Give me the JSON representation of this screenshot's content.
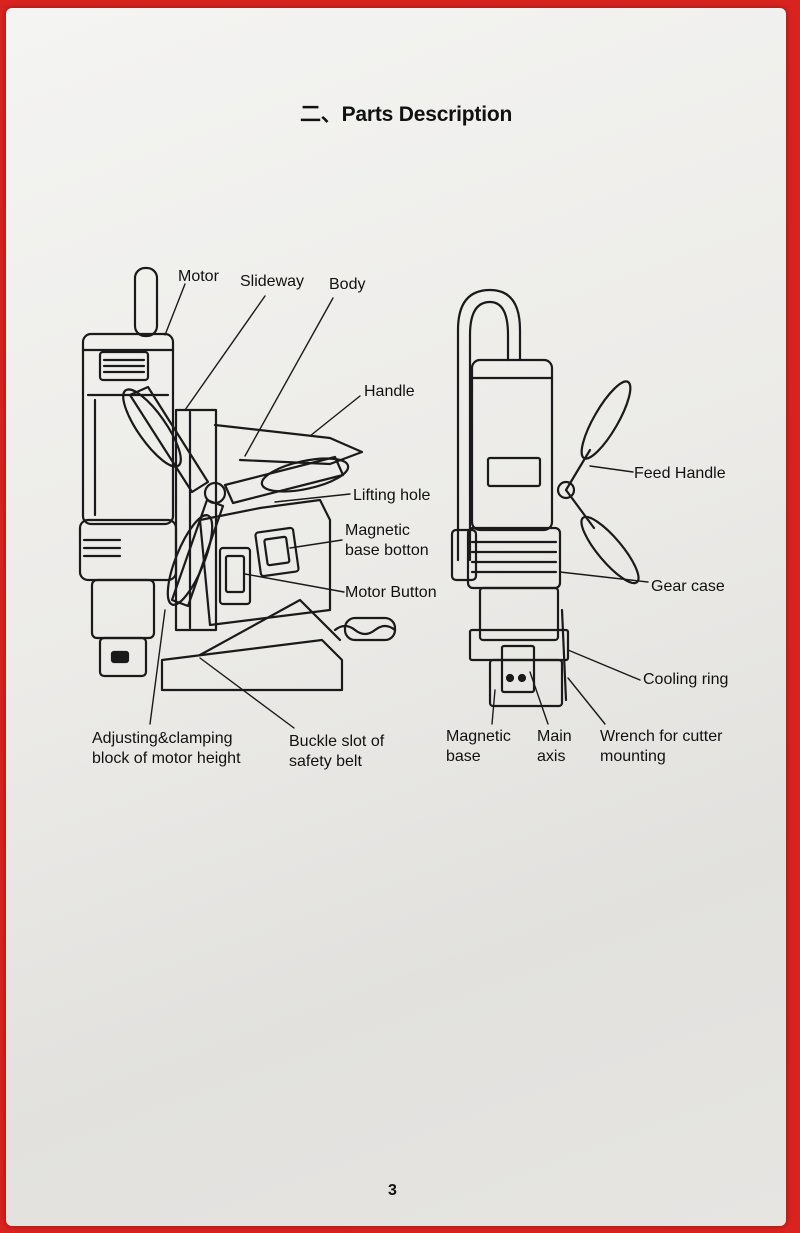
{
  "title": "二、Parts Description",
  "labels": {
    "motor": "Motor",
    "slideway": "Slideway",
    "body": "Body",
    "handle": "Handle",
    "lifting_hole": "Lifting hole",
    "magnetic_base_button": "Magnetic\nbase botton",
    "motor_button": "Motor Button",
    "adjusting_block": "Adjusting&clamping\nblock of motor height",
    "buckle_slot": "Buckle slot of\nsafety belt",
    "feed_handle": "Feed Handle",
    "gear_case": "Gear case",
    "cooling_ring": "Cooling ring",
    "wrench": "Wrench for cutter\nmounting",
    "magnetic_base": "Magnetic\nbase",
    "main_axis": "Main\naxis"
  },
  "page_number": "3"
}
